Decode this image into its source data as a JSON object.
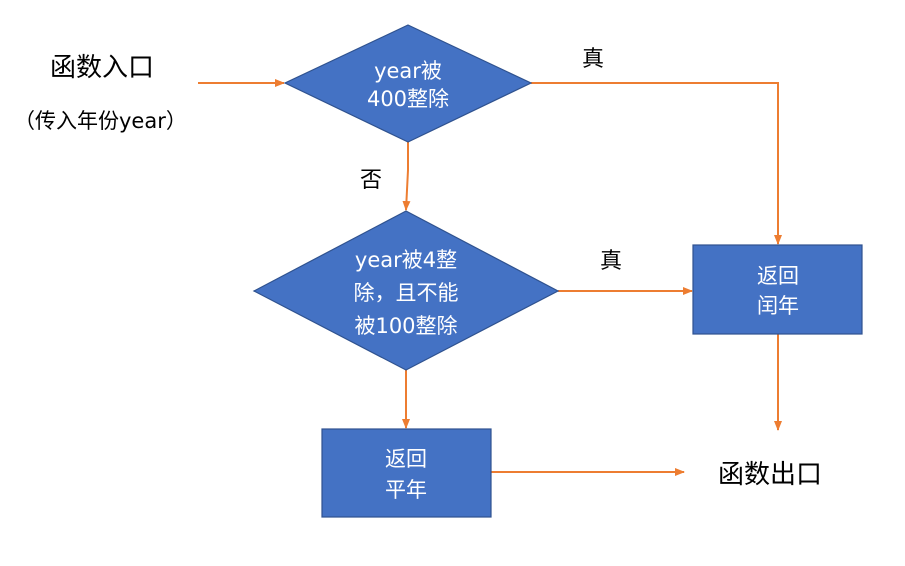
{
  "entry": {
    "title": "函数入口",
    "subtitle": "（传入年份year）"
  },
  "exit": {
    "title": "函数出口"
  },
  "decision1": {
    "lines": [
      "year被",
      "400整除"
    ]
  },
  "decision2": {
    "lines": [
      "year被4整",
      "除，且不能",
      "被100整除"
    ]
  },
  "leap_box": {
    "lines": [
      "返回",
      "闰年"
    ]
  },
  "common_box": {
    "lines": [
      "返回",
      "平年"
    ]
  },
  "edge_labels": {
    "d1_true": "真",
    "d1_false": "否",
    "d2_true": "真"
  },
  "colors": {
    "node_fill": "#4472c4",
    "node_stroke": "#2f528f",
    "arrow": "#ed7d31"
  }
}
